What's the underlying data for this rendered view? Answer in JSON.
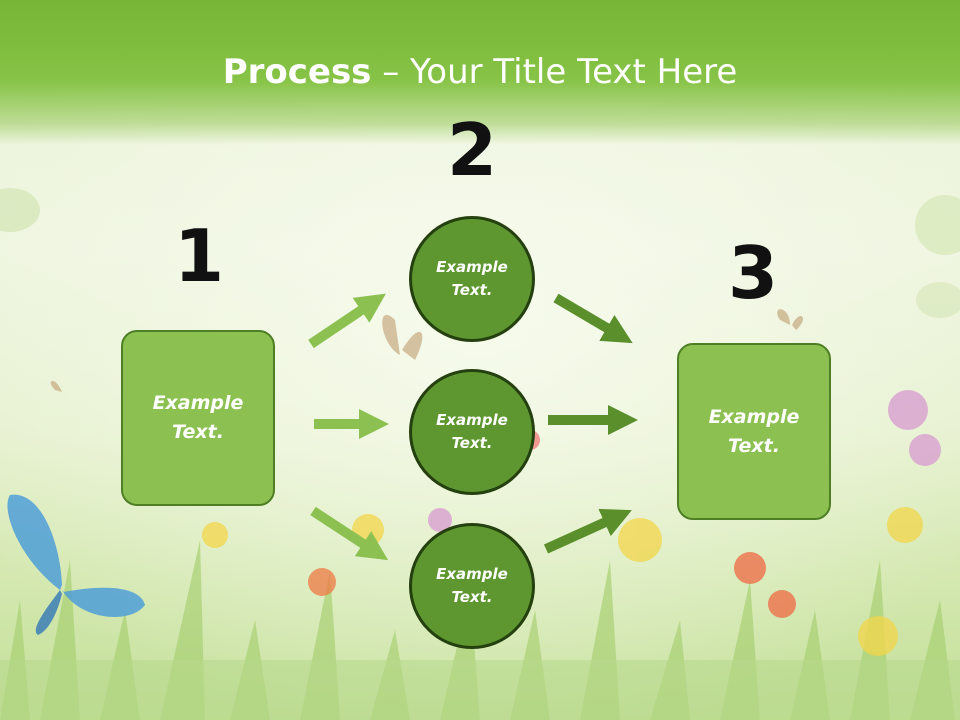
{
  "title": {
    "bold": "Process",
    "rest": " – Your Title Text Here"
  },
  "steps": [
    {
      "number": "1",
      "label_line1": "Example",
      "label_line2": "Text."
    },
    {
      "number": "2"
    },
    {
      "number": "3",
      "label_line1": "Example",
      "label_line2": "Text."
    }
  ],
  "circles": [
    {
      "line1": "Example",
      "line2": "Text."
    },
    {
      "line1": "Example",
      "line2": "Text."
    },
    {
      "line1": "Example",
      "line2": "Text."
    }
  ],
  "colors": {
    "header": "#86c346",
    "box_fill": "#8cc152",
    "circle_fill": "#5e9630",
    "arrow_light": "#8cc152",
    "arrow_dark": "#5a8f2b"
  }
}
